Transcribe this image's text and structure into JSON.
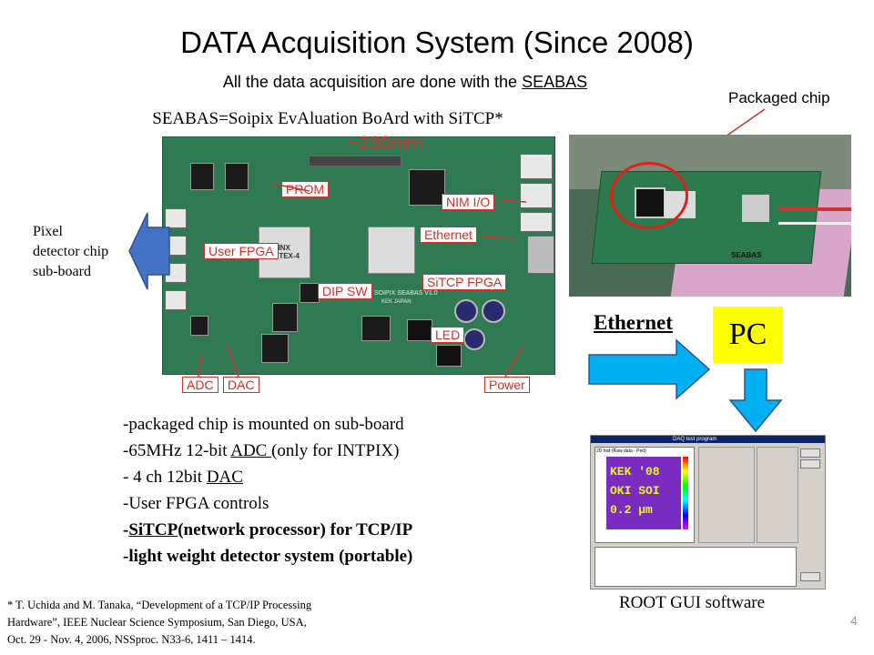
{
  "title": "DATA Acquisition System (Since 2008)",
  "subtitle": {
    "prefix": "All the data acquisition are done with the ",
    "link": "SEABAS"
  },
  "seabas_definition": "SEABAS=Soipix EvAluation BoArd with SiTCP*",
  "board_photo": {
    "size_label": "~230mm",
    "callouts": [
      "PROM",
      "NIM I/O",
      "User FPGA",
      "Ethernet",
      "DIP SW",
      "SiTCP FPGA",
      "LED",
      "ADC",
      "DAC",
      "Power"
    ],
    "chip_mark": "XILINX VIRTEX-4",
    "board_text": "SOIPIX SEABAS V1.0",
    "board_text2": "KEK JAPAN"
  },
  "pixel_label": [
    "Pixel",
    "detector chip",
    "sub-board"
  ],
  "packaged_chip_label": "Packaged chip",
  "chip_photo_text": "SEABAS",
  "ethernet_label": "Ethernet",
  "pc_label": "PC",
  "gui_label": "ROOT GUI software",
  "gui": {
    "window_title": "DAQ test program",
    "histo_title": "2D hist (Raw data - Ped)",
    "image_text": [
      "KEK '08",
      "OKI SOI",
      "0.2 µm"
    ]
  },
  "bullets": [
    {
      "parts": [
        {
          "t": "-packaged chip is mounted on sub-board",
          "b": false,
          "u": false
        }
      ]
    },
    {
      "parts": [
        {
          "t": "-65MHz 12-bit ",
          "b": false,
          "u": false
        },
        {
          "t": "ADC ",
          "b": false,
          "u": true
        },
        {
          "t": "(only for INTPIX)",
          "b": false,
          "u": false
        }
      ]
    },
    {
      "parts": [
        {
          "t": "- 4 ch 12bit ",
          "b": false,
          "u": false
        },
        {
          "t": "DAC",
          "b": false,
          "u": true
        }
      ]
    },
    {
      "parts": [
        {
          "t": "-User FPGA controls",
          "b": false,
          "u": false
        }
      ]
    },
    {
      "parts": [
        {
          "t": "-",
          "b": true,
          "u": false
        },
        {
          "t": "SiTCP",
          "b": true,
          "u": true
        },
        {
          "t": "(network processor) for TCP/IP",
          "b": true,
          "u": false
        }
      ]
    },
    {
      "parts": [
        {
          "t": "-light weight detector system (portable)",
          "b": true,
          "u": false
        }
      ]
    }
  ],
  "footnote": [
    "* T. Uchida and M. Tanaka, “Development of a TCP/IP Processing",
    "Hardware”, IEEE Nuclear Science Symposium, San Diego, USA,",
    "Oct. 29 - Nov. 4, 2006, NSSproc. N33-6, 1411 – 1414."
  ],
  "page_number": "4",
  "colors": {
    "callout_red": "#d0312d",
    "arrow_blue": "#00b0f0",
    "pc_yellow": "#ffff00",
    "board_green": "#2f7a53",
    "big_arrow_blue": "#4472c4"
  }
}
